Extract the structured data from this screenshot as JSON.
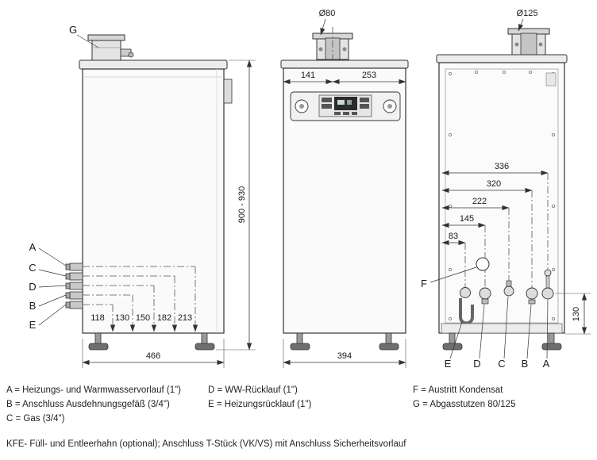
{
  "side_view": {
    "flue_label": "G",
    "connection_labels": [
      "A",
      "C",
      "D",
      "B",
      "E"
    ],
    "height_dims": [
      "118",
      "130",
      "150",
      "182",
      "213"
    ],
    "width_dim": "466",
    "height_range_dim": "900 - 930"
  },
  "front_view": {
    "flue_dim": "Ø80",
    "flue_offset_left": "141",
    "flue_offset_right": "253",
    "width_dim": "394"
  },
  "rear_view": {
    "flue_dim": "Ø125",
    "connection_offsets": [
      "336",
      "320",
      "222",
      "145",
      "83"
    ],
    "condensate_label": "F",
    "connection_labels": [
      "E",
      "D",
      "C",
      "B",
      "A"
    ],
    "connection_height_dim": "130"
  },
  "legend": {
    "column1": [
      "A = Heizungs- und Warmwasservorlauf (1\")",
      "B = Anschluss Ausdehnungsgefäß (3/4\")",
      "C = Gas (3/4\")"
    ],
    "column2": [
      "D = WW-Rücklauf (1\")",
      "E = Heizungsrücklauf (1\")"
    ],
    "column3": [
      "F = Austritt Kondensat",
      "G = Abgasstutzen 80/125"
    ],
    "footnote": "KFE- Füll- und Entleerhahn (optional); Anschluss T-Stück (VK/VS) mit Anschluss Sicherheitsvorlauf"
  },
  "colors": {
    "line": "#333333",
    "fill_light": "#fafafa",
    "fill_mid": "#e4e4e4",
    "background": "#ffffff"
  }
}
